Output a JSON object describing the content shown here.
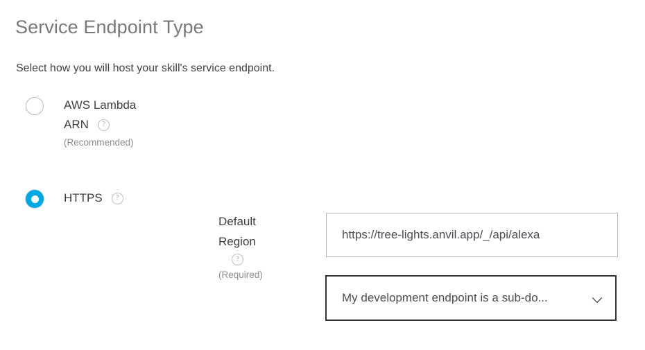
{
  "header": {
    "title": "Service Endpoint Type",
    "subtitle": "Select how you will host your skill's service endpoint."
  },
  "options": [
    {
      "id": "aws-lambda-arn",
      "label_line1": "AWS Lambda",
      "label_line2": "ARN",
      "sublabel": "(Recommended)",
      "help_icon": "question-mark-icon",
      "help_glyph": "?",
      "selected": false
    },
    {
      "id": "https",
      "label_line1": "HTTPS",
      "label_line2": "",
      "sublabel": "",
      "help_icon": "question-mark-icon",
      "help_glyph": "?",
      "selected": true
    }
  ],
  "endpoint_config": {
    "field_label_line1": "Default",
    "field_label_line2": "Region",
    "field_help_icon": "question-mark-icon",
    "field_help_glyph": "?",
    "field_required_note": "(Required)",
    "url_value": "https://tree-lights.anvil.app/_/api/alexa",
    "url_placeholder": "https://",
    "certificate_selected": "My development endpoint is a sub-do...",
    "chevron_icon": "chevron-down-icon"
  },
  "colors": {
    "accent": "#00a8e1",
    "title": "#77797b",
    "body_text": "#3b3f42",
    "muted_text": "#8b8e91",
    "input_border": "#b0bbbf",
    "select_border": "#2f3336"
  }
}
